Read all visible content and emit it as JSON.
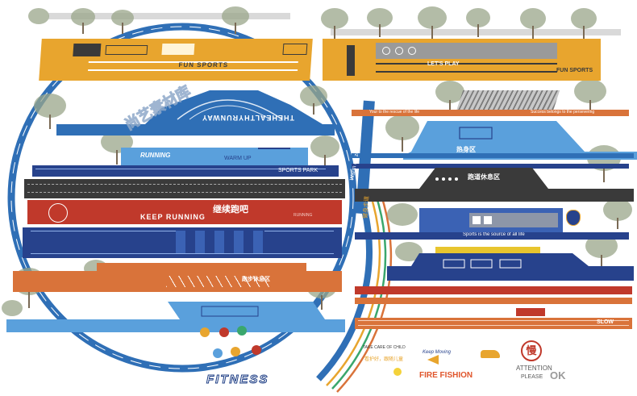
{
  "colors": {
    "orange": "#e8a52e",
    "blue": "#2f6fb6",
    "navy": "#27428c",
    "red": "#c0392b",
    "dark": "#3a3a3a",
    "light_blue": "#5aa0dc",
    "orange_red": "#d9733a"
  },
  "texts": {
    "fun_sports_left": "FUN SPORTS",
    "fun_sports_right": "FUN SPORTS",
    "lets_play": "LET'S PLAY",
    "healthy_runway": "THEHEALTHYRUNWAY",
    "running": "RUNNING",
    "warm_up": "WARM UP",
    "sports_park": "SPORTS PARK",
    "continue_running_cn": "继续跑吧",
    "keep_running": "KEEP RUNNING",
    "running_small": "RUNNING",
    "fitness": "FITNESS",
    "fire_fishion": "FIRE FISHION",
    "attention": "ATTENTION",
    "please": "PLEASE",
    "slow_cn": "慢",
    "keep_moving": "Keep Moving",
    "take_care": "TAKE CARE OF CHILD",
    "take_care_cn": "看护好，跟随儿童",
    "rest_area_cn": "跑道休息区",
    "warm_up_zone_cn": "热身区",
    "run_rest_cn": "跑步休息区",
    "warm_up_vertical": "Warm up zone",
    "arc_text_1": "健身步道",
    "orange_strip_left": "Your to the rescue of the life",
    "orange_strip_right": "Success belongs to the persevering",
    "sports_statement": "Sports is the source of all life",
    "watermark": "尚艺素材库",
    "slow_label": "SLOW",
    "ok_label": "OK"
  }
}
